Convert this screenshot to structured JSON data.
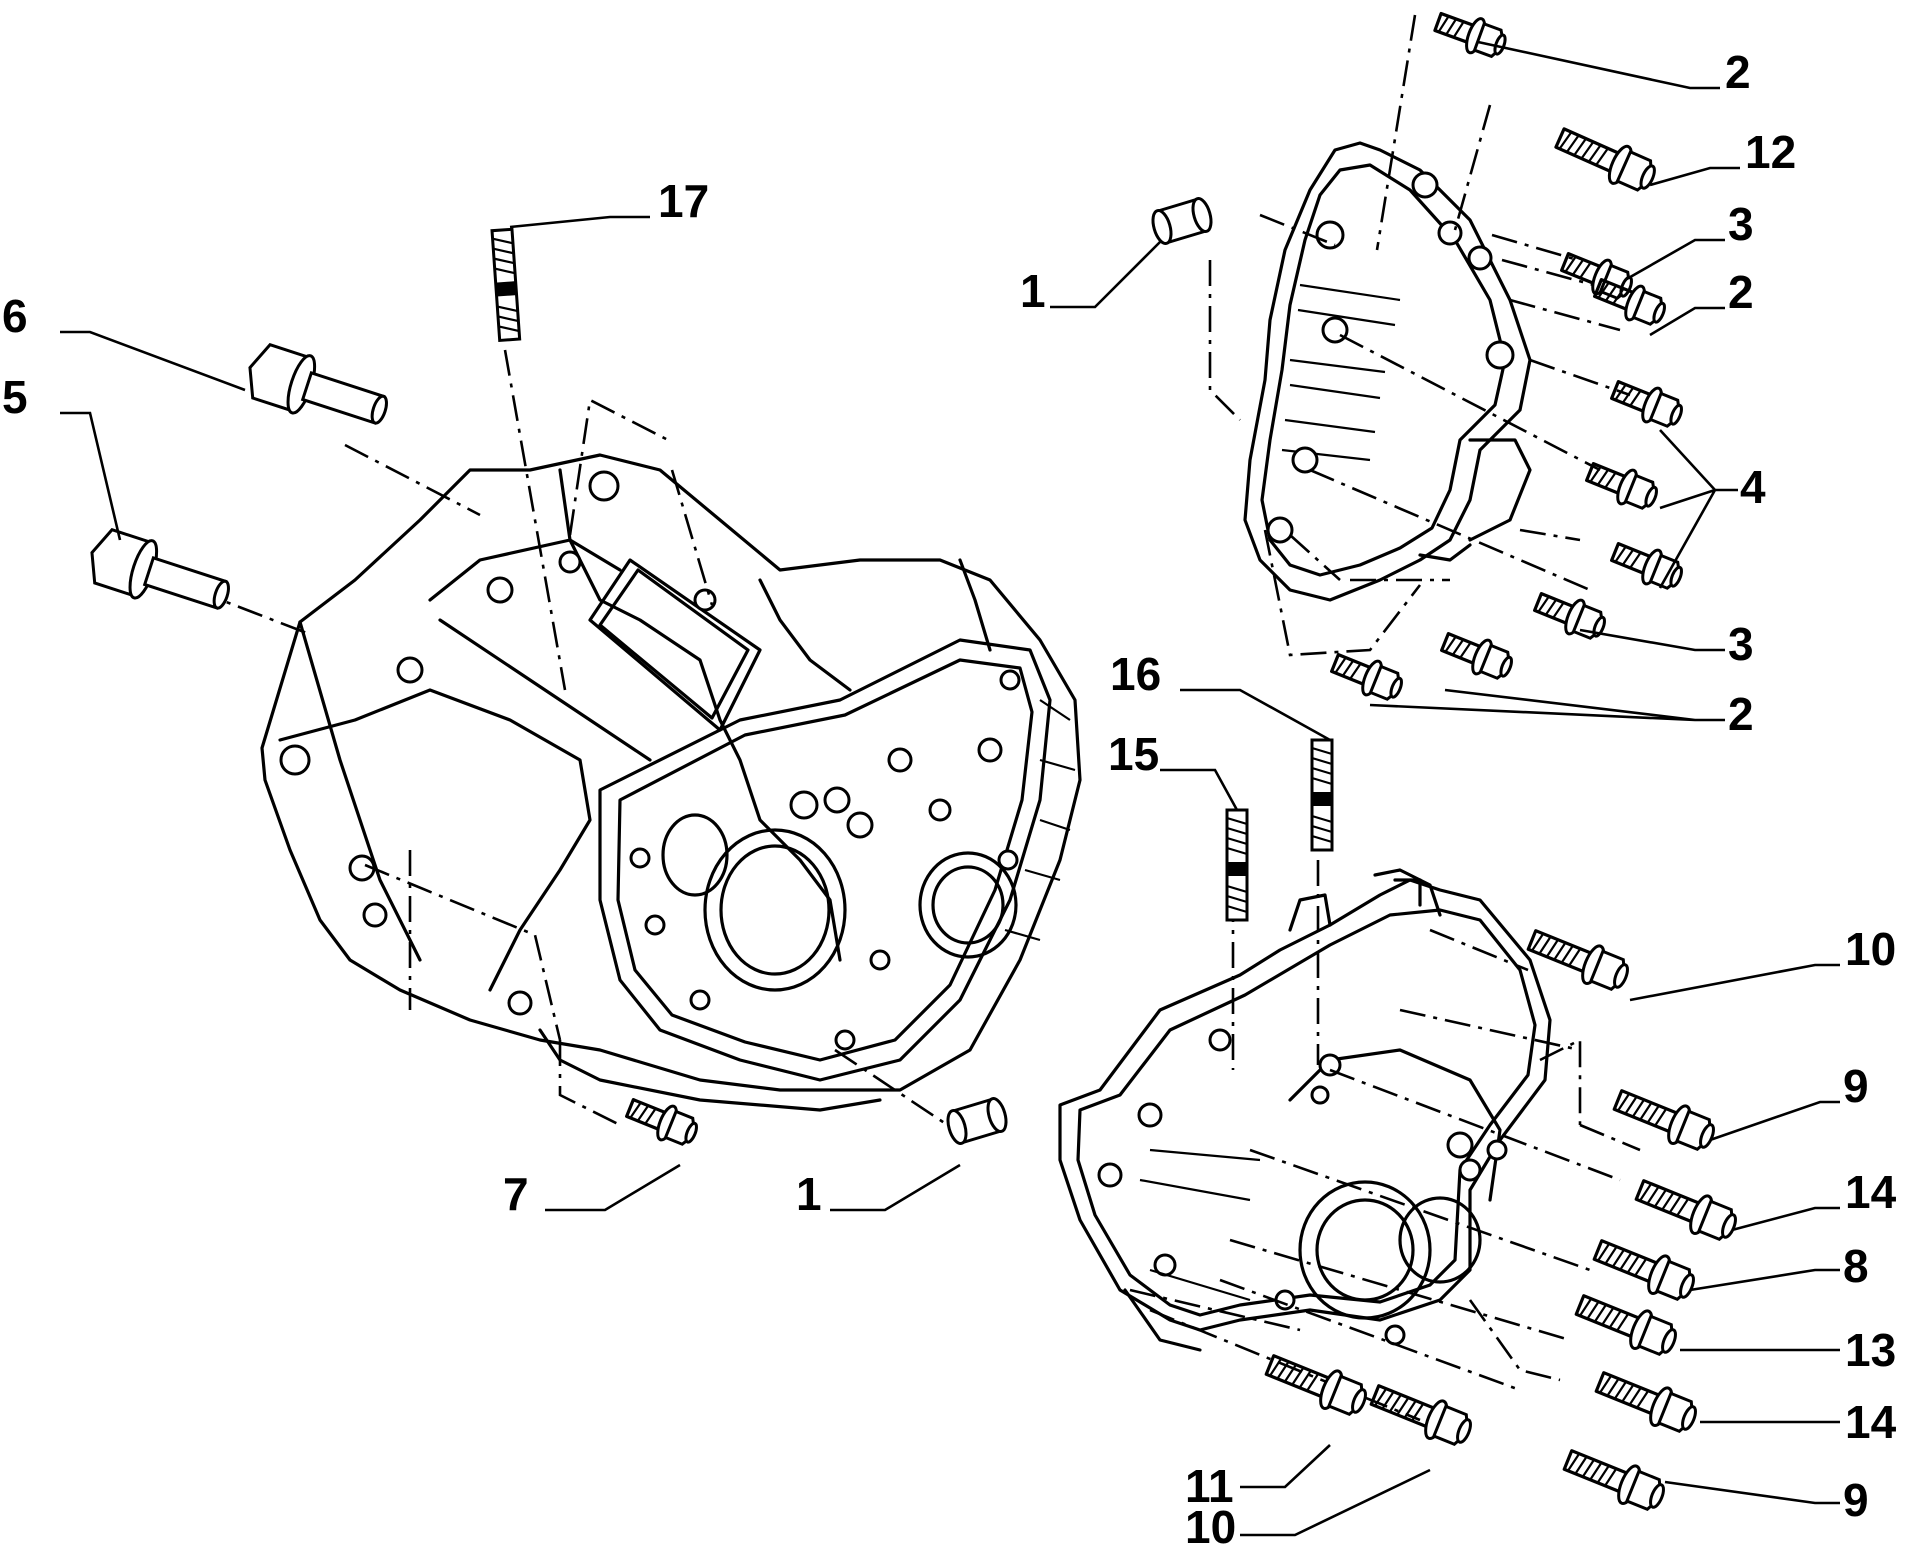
{
  "callouts": [
    {
      "id": "c2a",
      "text": "2"
    },
    {
      "id": "c12",
      "text": "12"
    },
    {
      "id": "c3a",
      "text": "3"
    },
    {
      "id": "c2b",
      "text": "2"
    },
    {
      "id": "c1a",
      "text": "1"
    },
    {
      "id": "c17",
      "text": "17"
    },
    {
      "id": "c6",
      "text": "6"
    },
    {
      "id": "c5",
      "text": "5"
    },
    {
      "id": "c4",
      "text": "4"
    },
    {
      "id": "c3b",
      "text": "3"
    },
    {
      "id": "c16",
      "text": "16"
    },
    {
      "id": "c2c",
      "text": "2"
    },
    {
      "id": "c15",
      "text": "15"
    },
    {
      "id": "c10a",
      "text": "10"
    },
    {
      "id": "c9a",
      "text": "9"
    },
    {
      "id": "c7",
      "text": "7"
    },
    {
      "id": "c1b",
      "text": "1"
    },
    {
      "id": "c14a",
      "text": "14"
    },
    {
      "id": "c8",
      "text": "8"
    },
    {
      "id": "c13",
      "text": "13"
    },
    {
      "id": "c14b",
      "text": "14"
    },
    {
      "id": "c11",
      "text": "11"
    },
    {
      "id": "c9b",
      "text": "9"
    },
    {
      "id": "c10b",
      "text": "10"
    }
  ]
}
